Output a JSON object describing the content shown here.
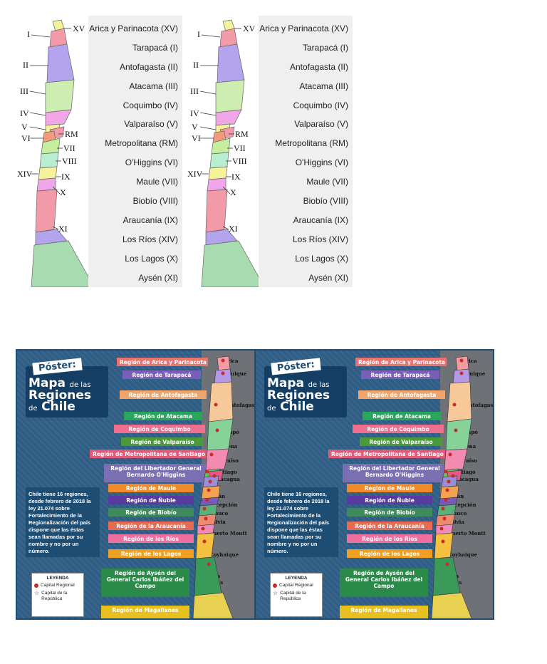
{
  "roman_labels": [
    "XV",
    "I",
    "II",
    "III",
    "IV",
    "V",
    "VI",
    "RM",
    "VII",
    "VIII",
    "XIV",
    "IX",
    "X",
    "XI"
  ],
  "region_names": [
    "Arica y Parinacota (XV)",
    "Tarapacá (I)",
    "Antofagasta (II)",
    "Atacama (III)",
    "Coquimbo (IV)",
    "Valparaíso (V)",
    "Metropolitana (RM)",
    "O'Higgins (VI)",
    "Maule (VII)",
    "Biobío (VIII)",
    "Araucanía (IX)",
    "Los Ríos (XIV)",
    "Los Lagos (X)",
    "Aysén (XI)"
  ],
  "poster": {
    "tag": "Póster:",
    "title_line1_big": "Mapa",
    "title_line1_small": "de las",
    "title_line2": "Regiones",
    "title_line3_small": "de",
    "title_line3_big": "Chile",
    "info": "Chile tiene 16 regiones, desde febrero de 2018 la ley 21.074 sobre Fortalecimiento de la Regionalización del país dispone que las éstas sean llamadas por su nombre y no por un número.",
    "legend_title": "LEYENDA",
    "legend_capital": "Capital Regional",
    "legend_republic": "Capital de la República",
    "regions": [
      {
        "label": "Región de Arica y Parinacota",
        "color": "#e8736f"
      },
      {
        "label": "Región de Tarapacá",
        "color": "#7a5fb8"
      },
      {
        "label": "Región de Antofagasta",
        "color": "#f2a56a"
      },
      {
        "label": "Región de Atacama",
        "color": "#2aa65c"
      },
      {
        "label": "Región de Coquimbo",
        "color": "#ee6f8e"
      },
      {
        "label": "Región de Valparaíso",
        "color": "#4a9a3c"
      },
      {
        "label": "Región de Metropolitana de Santiago",
        "color": "#e25a78"
      },
      {
        "label": "Región del Libertador General Bernardo O'Higgins",
        "color": "#7a6fb0"
      },
      {
        "label": "Región de Maule",
        "color": "#f08a2a"
      },
      {
        "label": "Región de Ñuble",
        "color": "#5a3aa0"
      },
      {
        "label": "Región de Biobío",
        "color": "#3f8a5a"
      },
      {
        "label": "Región de la Araucanía",
        "color": "#e66a54"
      },
      {
        "label": "Región de los Ríos",
        "color": "#ee6fa0"
      },
      {
        "label": "Región de los Lagos",
        "color": "#f0a020"
      },
      {
        "label": "Región de Aysén del General Carlos Ibáñez del Campo",
        "color": "#2a8a4a"
      },
      {
        "label": "Región de Magallanes",
        "color": "#e8c020"
      }
    ],
    "cities": [
      "Arica",
      "Iquique",
      "Antofagasta",
      "Copiapó",
      "La Serena",
      "Valparaíso",
      "Santiago",
      "Rancagua",
      "Talca",
      "Chillán",
      "Concepción",
      "Temuco",
      "Valdivia",
      "Puerto Montt",
      "Coyhaique",
      "Punta Arenas"
    ]
  }
}
